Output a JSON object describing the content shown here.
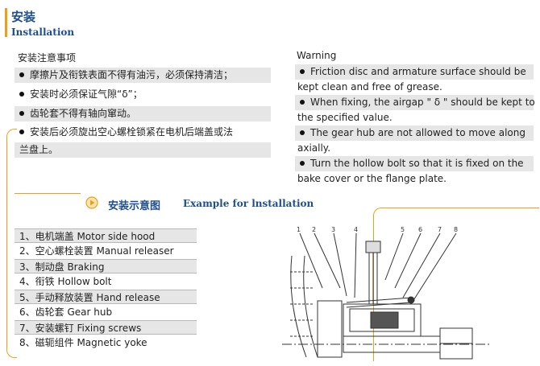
{
  "header": {
    "title_cn": "安装",
    "title_en": "Installation"
  },
  "notes_cn": {
    "heading": "安装注意事项",
    "items": [
      "摩擦片及衔铁表面不得有油污，必须保持清洁；",
      "安装时必须保证气隙“δ”；",
      "齿轮套不得有轴向窜动。",
      "安装后必须旋出空心螺栓锁紧在电机后端盖或法",
      "兰盘上。"
    ]
  },
  "notes_en": {
    "heading": "Warning",
    "items": [
      "Friction disc and armature surface should be",
      "kept clean and free of grease.",
      "When fixing, the airgap \" δ \" should be kept to",
      "the specified value.",
      "The gear hub are not allowed to move along",
      "axially.",
      "Turn the hollow bolt so that it is fixed on the",
      "bake cover or the flange plate."
    ]
  },
  "example": {
    "title_cn": "安装示意图",
    "title_en": "Example for lnstallation"
  },
  "parts": [
    "1、电机端盖  Motor side hood",
    "2、空心螺栓装置  Manual releaser",
    "3、制动盘  Braking",
    "4、衔铁  Hollow bolt",
    "5、手动释放装置  Hand release",
    "6、齿轮套  Gear hub",
    "7、安装螺钉  Fixing screws",
    "8、磁轭组件  Magnetic yoke"
  ],
  "diagram_labels": [
    "1",
    "2",
    "3",
    "4",
    "5",
    "6",
    "7",
    "8"
  ],
  "colors": {
    "accent": "#e8a21a",
    "title": "#1e4f8c",
    "shade": "#e6e6e6"
  },
  "icons": {
    "section_arrow": "play-circle-icon",
    "bullet": "bullet-dot-icon"
  }
}
